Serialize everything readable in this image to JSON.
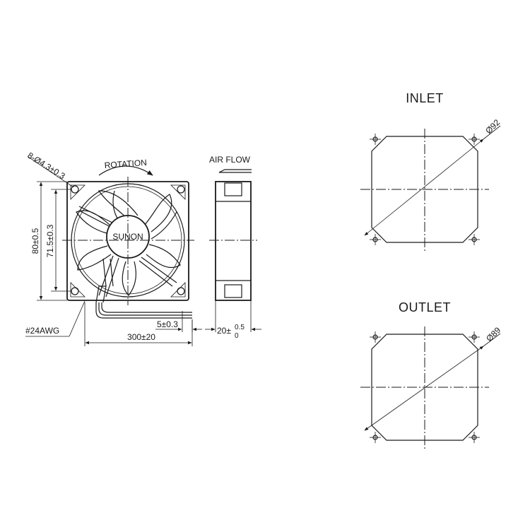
{
  "fan_front": {
    "rotation_label": "ROTATION",
    "hole_spec": "8-Ø4.3±0.3",
    "brand": "SUNON",
    "outer_dim": "80±0.5",
    "hole_spacing_dim": "71.5±0.3",
    "wire_gauge": "#24AWG",
    "lead_length": "300±20",
    "strip_length": "5±0.3"
  },
  "fan_side": {
    "airflow_label": "AIR FLOW",
    "thickness_base": "20±",
    "thickness_plus": "0.5",
    "thickness_minus": "0"
  },
  "inlet_view": {
    "title": "INLET",
    "diameter": "Ø92"
  },
  "outlet_view": {
    "title": "OUTLET",
    "diameter": "Ø89"
  }
}
